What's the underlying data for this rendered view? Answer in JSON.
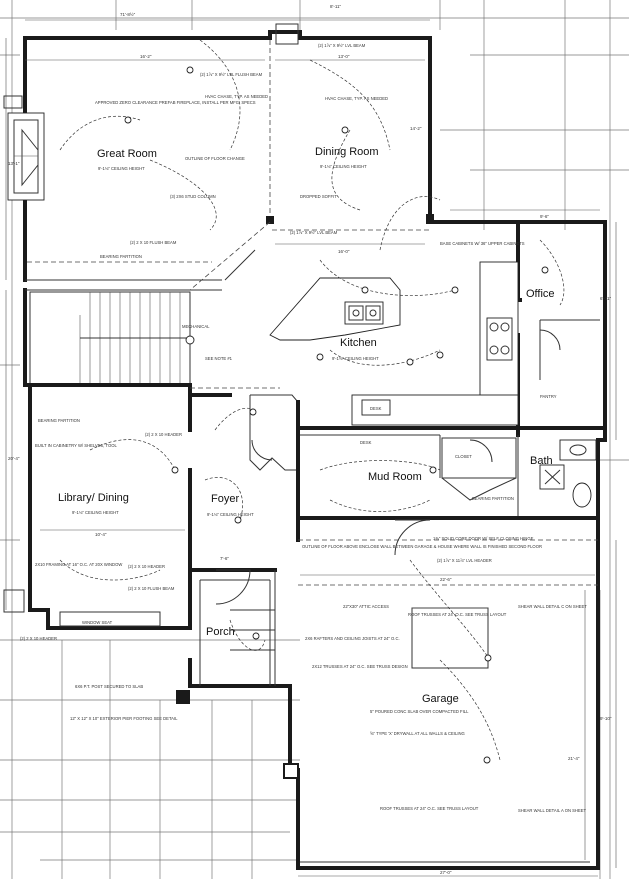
{
  "rooms": {
    "great_room": "Great Room",
    "dining_room": "Dining Room",
    "kitchen": "Kitchen",
    "office": "Office",
    "mud_room": "Mud Room",
    "bath": "Bath",
    "library_dining": "Library/ Dining",
    "foyer": "Foyer",
    "porch": "Porch",
    "garage": "Garage"
  },
  "notes": {
    "great_room_ceiling": "9'-1⅛\" CEILING HEIGHT",
    "dining_ceiling": "9'-1⅛\" CEILING HEIGHT",
    "kitchen_ceiling": "9'-1⅛\" CEILING HEIGHT",
    "library_ceiling": "9'-1⅛\" CEILING HEIGHT",
    "foyer_ceiling": "9'-1⅛\" CEILING HEIGHT",
    "fireplace": "APPROVED ZERO CLEARANCE PREFAB FIREPLACE, INSTALL PER MFG. SPECS",
    "hvac_chase": "HVAC CHASE, TYP. AS NEEDED",
    "hvac_chase2": "HVAC CHASE, TYP. AS NEEDED",
    "ceiling_change": "OUTLINE OF FLOOR CHANGE",
    "dropped_soffit": "DROPPED SOFFIT",
    "bearing_partition": "BEARING PARTITION",
    "bearing_partition2": "BEARING PARTITION",
    "bearing_partition3": "BEARING PARTITION",
    "builtin_cabinetry": "BUILT IN CABINETRY W/ SHELVES, TOOL",
    "base_cabinets": "BASE CABINETS W/ 36\" UPPER CABINETS",
    "pantry": "PANTRY",
    "desk": "DESK",
    "closet": "CLOSET",
    "framing_window": "2X10 FRAMING AT 16\" O.C. AT 20X WINDOW",
    "window_seat": "WINDOW SEAT",
    "post_note": "6X6 P.T. POST SECURED TO SLAB",
    "footing_note": "12\" X 12\" X 10\" EXTERIOR PIER FOOTING SEE DETAIL",
    "second_floor": "OUTLINE OF FLOOR ABOVE ENCLOSE WALL BETWEEN GARAGE & HOUSE WHERE WALL IS FINISHED SECOND FLOOR",
    "garage_door": "1⅜\" SOLID CORE DOOR W/ SELF CLOSING HINGE",
    "garage_slab": "5\" POURED CONC SLAB OVER COMPACTED FILL",
    "garage_drywall": "⅝\" TYPE 'X' DRYWALL AT ALL WALLS & CEILING",
    "attic_access": "22\"X30\" ATTIC ACCESS",
    "rafters": "2X6 RAFTERS AND CEILING JOISTS AT 24\" O.C.",
    "truss_note": "2X12 TRUSSES AT 24\" O.C. SEE TRUSS DESIGN",
    "shear_wall": "SHEAR WALL DETAIL C ON SHEET",
    "shear_wall2": "SHEAR WALL DETAIL A ON SHEET",
    "roof_trusses": "ROOF TRUSSES AT 24\" O.C. SEE TRUSS LAYOUT",
    "header_1": "(2) 2 X 10 HEADER",
    "header_2": "(2) 2 X 10 HEADER",
    "header_3": "(2) 2 X 10 HEADER",
    "header_4": "(2) 2 X 10 FLUSH BEAM",
    "header_5": "(2) 2 X 10 FLUSH BEAM",
    "beam_1": "(2) 1⅞\" X 9½\" LVL FLUSH BEAM",
    "beam_2": "(2) 1⅞\" X 9½\" LVL BEAM",
    "beam_3": "(2) 1⅞\" X 9½\" LVL BEAM",
    "garage_header": "(2) 1⅞\" X 11⅞\" LVL HEADER",
    "stud_column": "(3) 2X6 STUD COLUMN",
    "mechanical": "MECHANICAL",
    "note_ref": "SEE NOTE #1"
  },
  "dimensions": {
    "top": "71'-8½\"",
    "top_right": "8'-11\"",
    "great_room_w": "16'-2\"",
    "dining_w": "13'-0\"",
    "dining_d": "14'-2\"",
    "kitchen_w": "16'-0\"",
    "office_w": "9'-6\"",
    "left_1": "13'-1\"",
    "left_2": "20'-4\"",
    "right_1": "6'-11\"",
    "right_2": "9'-10\"",
    "library_w": "10'-4\"",
    "foyer_w": "7'-6\"",
    "garage_w": "22'-6\"",
    "garage_d": "21'-4\"",
    "bottom": "27'-0\""
  }
}
